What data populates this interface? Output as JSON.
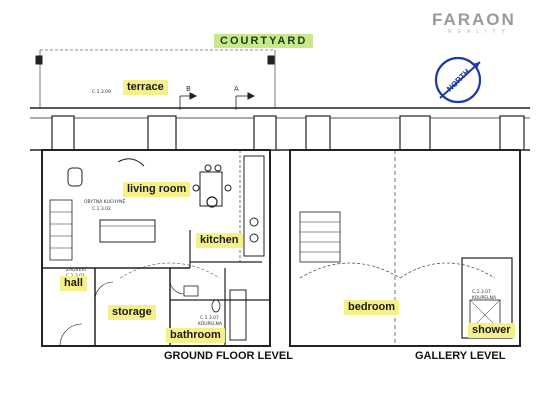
{
  "brand": {
    "name": "FARAON",
    "sub": "REALITY"
  },
  "courtyard": "COURTYARD",
  "compass": {
    "label": "NORTH"
  },
  "rooms": {
    "terrace": "terrace",
    "living_room": "living room",
    "kitchen": "kitchen",
    "hall": "hall",
    "storage": "storage",
    "bathroom": "bathroom",
    "bedroom": "bedroom",
    "shower": "shower"
  },
  "levels": {
    "ground": "GROUND FLOOR LEVEL",
    "gallery": "GALLERY LEVEL"
  },
  "markers": {
    "section_a": "A",
    "section_b": "B"
  },
  "codes": {
    "terrace_code": "C.1.3.09",
    "living_title": "OBYTNÁ KUCHYNĚ",
    "living_code": "C.1.3.02",
    "hall_title": "ZÁDVEŘÍ",
    "hall_code": "C.1.3.01",
    "bath_code": "C.1.3.07",
    "bath_title": "KOUPELNA",
    "shower_code": "C.1.3.07",
    "shower_title": "KOUPELNA"
  },
  "colors": {
    "highlight": "#f5f08a",
    "courtyard_bg": "#c8e88a",
    "compass": "#1c3aa8",
    "line": "#222222"
  }
}
